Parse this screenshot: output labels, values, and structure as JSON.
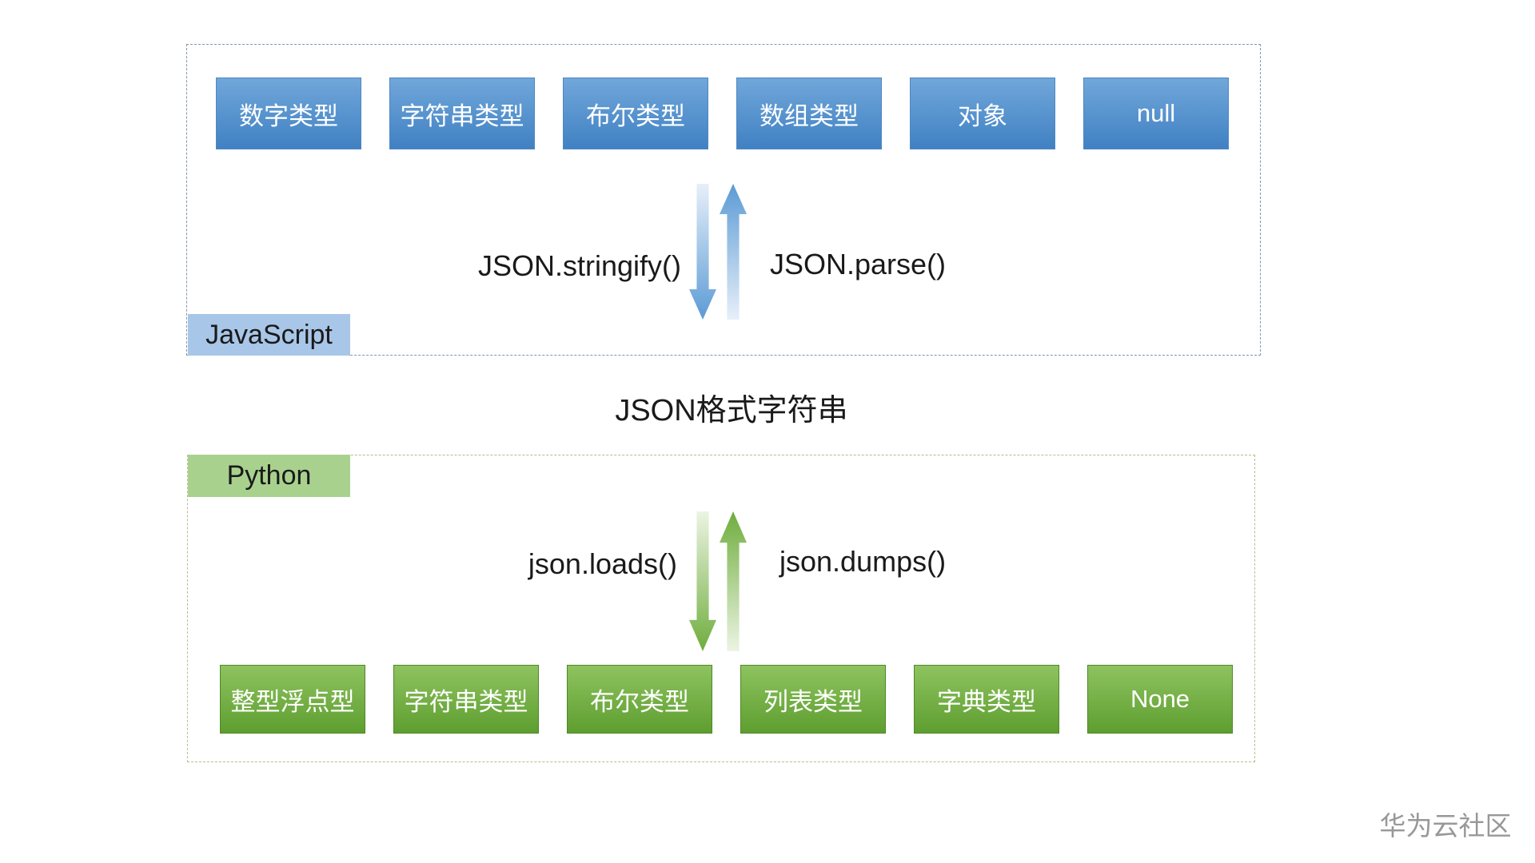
{
  "colors": {
    "page_bg": "#ffffff",
    "text_color": "#1a1a1a",
    "box_text_color": "#ffffff",
    "js_box_top": "#71a7da",
    "js_box_bottom": "#4081c3",
    "js_box_border": "#4f87c2",
    "js_label_bg": "#a8c6e8",
    "js_dash_border": "#8096a8",
    "blue_arrow": "#5b9bd5",
    "blue_arrow_light": "#e7eff9",
    "py_box_top": "#8ec35f",
    "py_box_bottom": "#5e9e30",
    "py_box_border": "#4e8827",
    "py_label_bg": "#a9d18e",
    "py_dash_border": "#b9bd8a",
    "green_arrow": "#6fad3d",
    "green_arrow_light": "#ecf4e3",
    "watermark_color": "#989898"
  },
  "javascript_section": {
    "label": "JavaScript",
    "types": [
      "数字类型",
      "字符串类型",
      "布尔类型",
      "数组类型",
      "对象",
      "null"
    ],
    "to_json_label": "JSON.stringify()",
    "from_json_label": "JSON.parse()"
  },
  "json_string_label": "JSON格式字符串",
  "python_section": {
    "label": "Python",
    "types": [
      "整型浮点型",
      "字符串类型",
      "布尔类型",
      "列表类型",
      "字典类型",
      "None"
    ],
    "from_json_label": "json.loads()",
    "to_json_label": "json.dumps()"
  },
  "watermark": "华为云社区"
}
